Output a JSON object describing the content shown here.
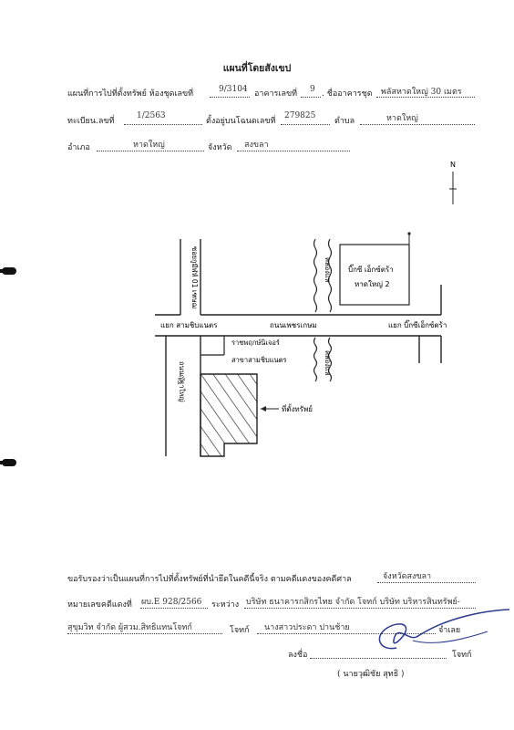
{
  "title": "แผนที่โดยสังเขป",
  "line1": {
    "label1": "แผนที่การไปที่ตั้งทรัพย์ ห้องชุดเลขที่",
    "room_no": "9/3104",
    "label2": "อาคารเลขที่",
    "building_no": "9",
    "label3": ". ชื่ออาคารชุด",
    "building_name": "พลัสหาดใหญ่ 30 เมตร"
  },
  "line2": {
    "label1": "ทะเบียน.ลขที่",
    "reg_no": "1/2563",
    "label2": "ตั้งอยู่บนโฉนดเลขที่",
    "deed_no": "279825",
    "label3": "ตำบล",
    "subdistrict": "หาดใหญ่"
  },
  "line3": {
    "label1": "อำเภอ",
    "district": "หาดใหญ่",
    "label2": "จังหวัด",
    "province": "สงขลา"
  },
  "map": {
    "north": "N",
    "road_left_top": "ซอยกูมีฬห์ 01 เฑษฌ",
    "canal_top": "คลองแห",
    "bigc_line1": "บิ๊กซี เอ็กซ์ตร้า",
    "bigc_line2": "หาดใหญ่ 2",
    "left_junction": "แยก สามชิบแนตร",
    "main_road": "ถนนเพชรเกษม",
    "right_junction": "แยก บิ๊กซีเอ็กซ์ตร้า",
    "rajapruek_line1": "ราชพฤกษ์นิเจอร์",
    "rajapruek_line2": "สาขาสามชิบแนตร",
    "canal_bottom": "คลองแห",
    "road_left_bottom": "ถนนญัฐาใหญ่",
    "property_label": "ที่ตั้งทรัพย์"
  },
  "certify": {
    "label1": "ขอรับรองว่าเป็นแผนที่การไปที่ตั้งทรัพย์ที่นำยึดในคดีนี้จริง ตามคดีแดงของคดีศาล",
    "court": "จังหวัดสงขลา",
    "label2": "หมายเลขคดีแดงที่",
    "case_no": "ผบ.E 928/2566",
    "label3": "ระหว่าง",
    "plaintiff": "บริษัท ธนาคารกสิกรไทย จำกัด โจทก์ บริษัท บริหารสินทรัพย์-",
    "plaintiff2": "สุขุมวิท จำกัด ผู้สวม.สิทธิแทนโจทก์",
    "label4": "โจทก์",
    "defendant": "นางสาวประดา ปานช้าย",
    "label5": "จำเลย",
    "sign_label": "ลงชื่อ",
    "sign_role": "โจทก์",
    "signer_name": "( นายวุฒิชัย สุทธิ )"
  }
}
